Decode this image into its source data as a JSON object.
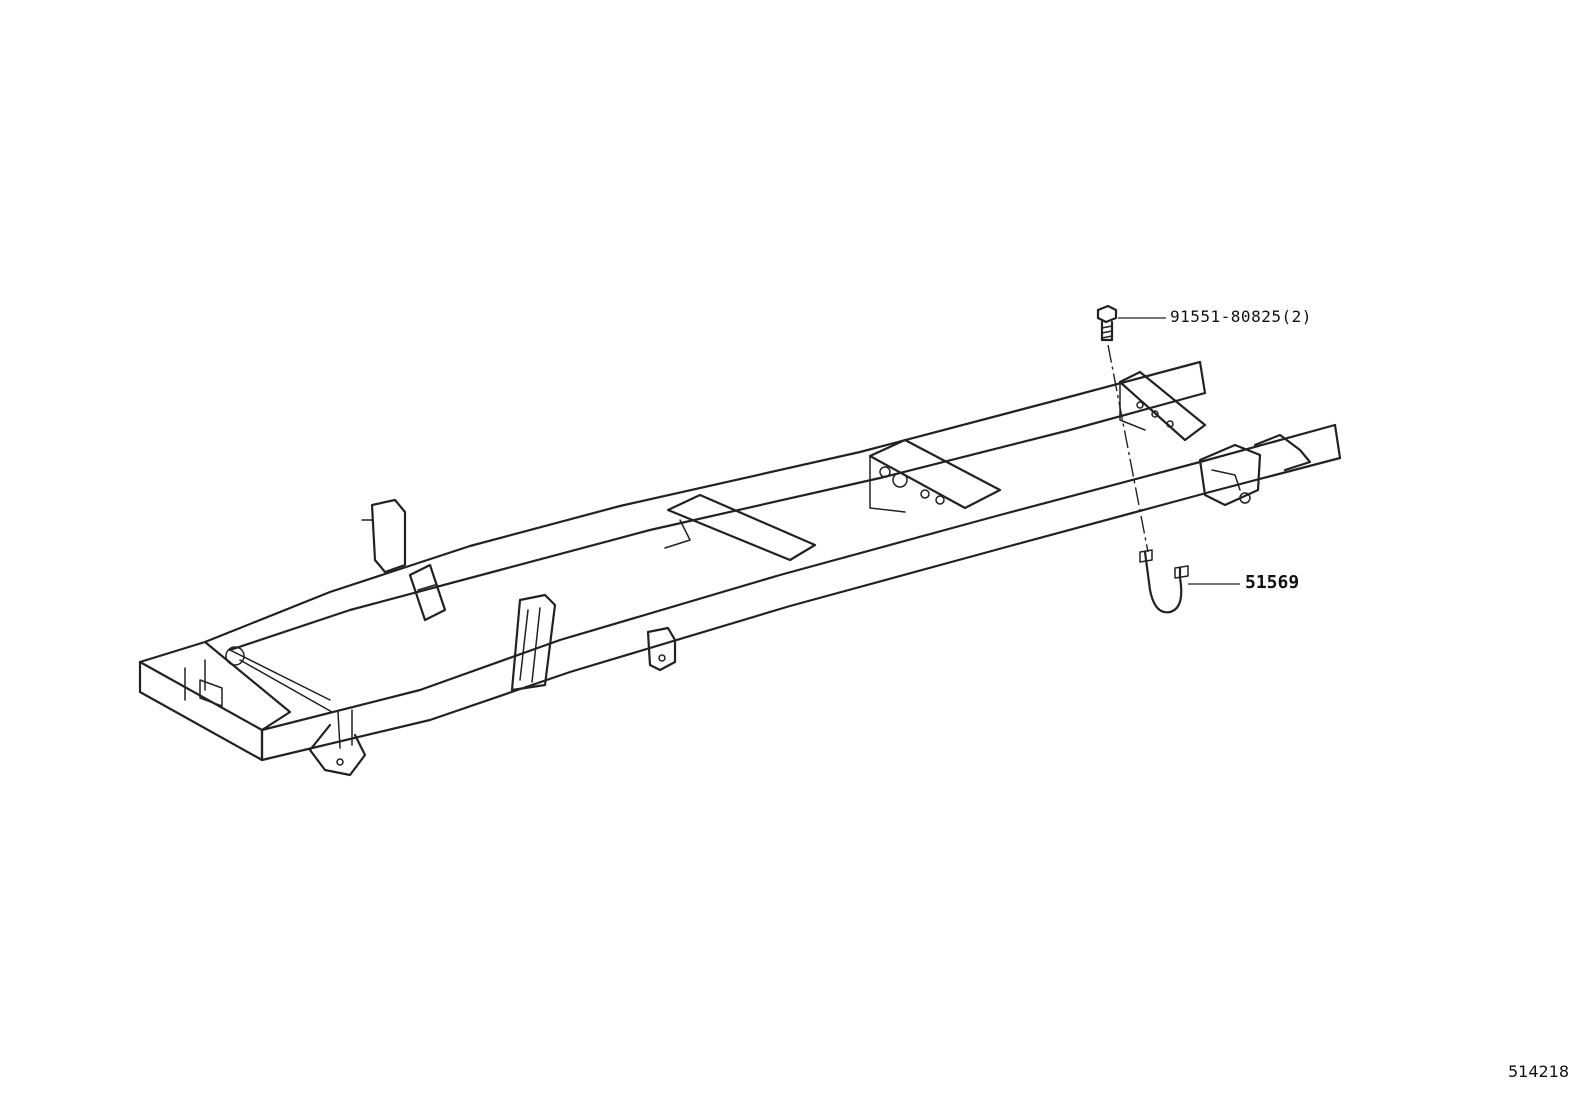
{
  "diagram": {
    "parts": [
      {
        "id": "bolt",
        "part_number": "91551-80825(2)"
      },
      {
        "id": "bracket",
        "part_number": "51569"
      }
    ],
    "illustration_number": "514218"
  }
}
